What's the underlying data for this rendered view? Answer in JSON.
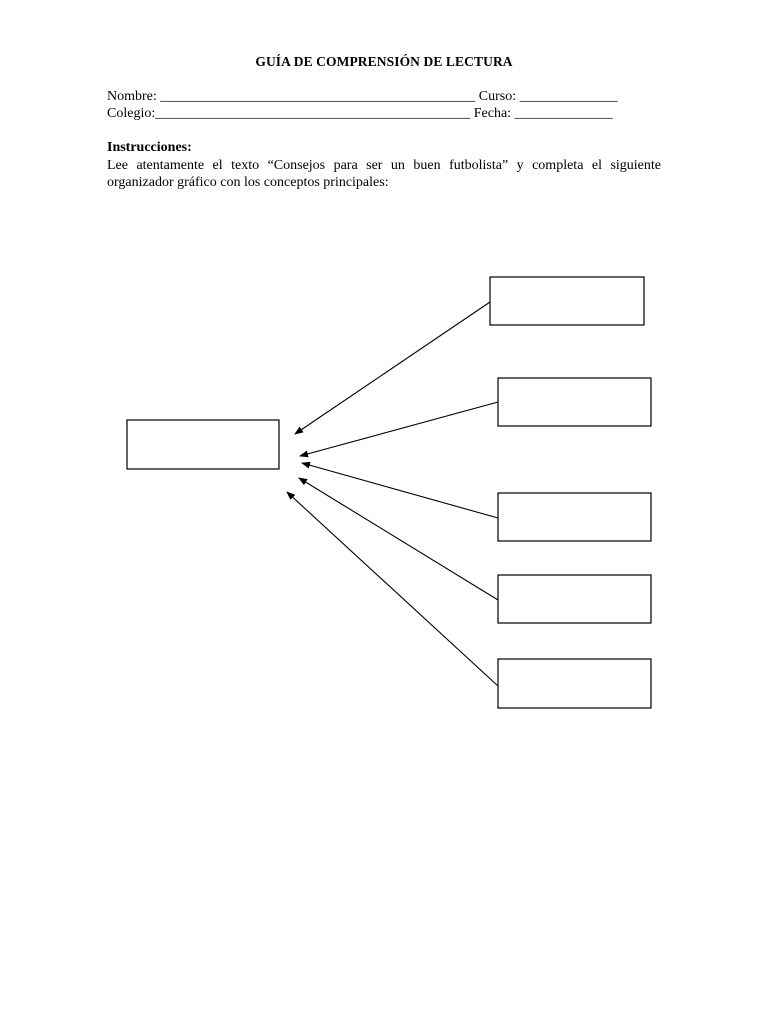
{
  "document": {
    "title": "GUÍA DE COMPRENSIÓN DE LECTURA",
    "header_lines": [
      {
        "label_1": "Nombre: ",
        "blank_1": "_____________________________________________",
        "label_2": " Curso: ",
        "blank_2": "______________"
      },
      {
        "label_1": "Colegio:",
        "blank_1": "_____________________________________________",
        "label_2": " Fecha: ",
        "blank_2": "______________"
      }
    ],
    "instructions": {
      "heading": "Instrucciones:",
      "body": "Lee atentamente el texto “Consejos para ser un buen futbolista” y completa el siguiente organizador gráfico con los conceptos principales:"
    }
  },
  "organizer": {
    "center_box_count": 1,
    "detail_box_count": 5,
    "line_color": "#000000"
  }
}
